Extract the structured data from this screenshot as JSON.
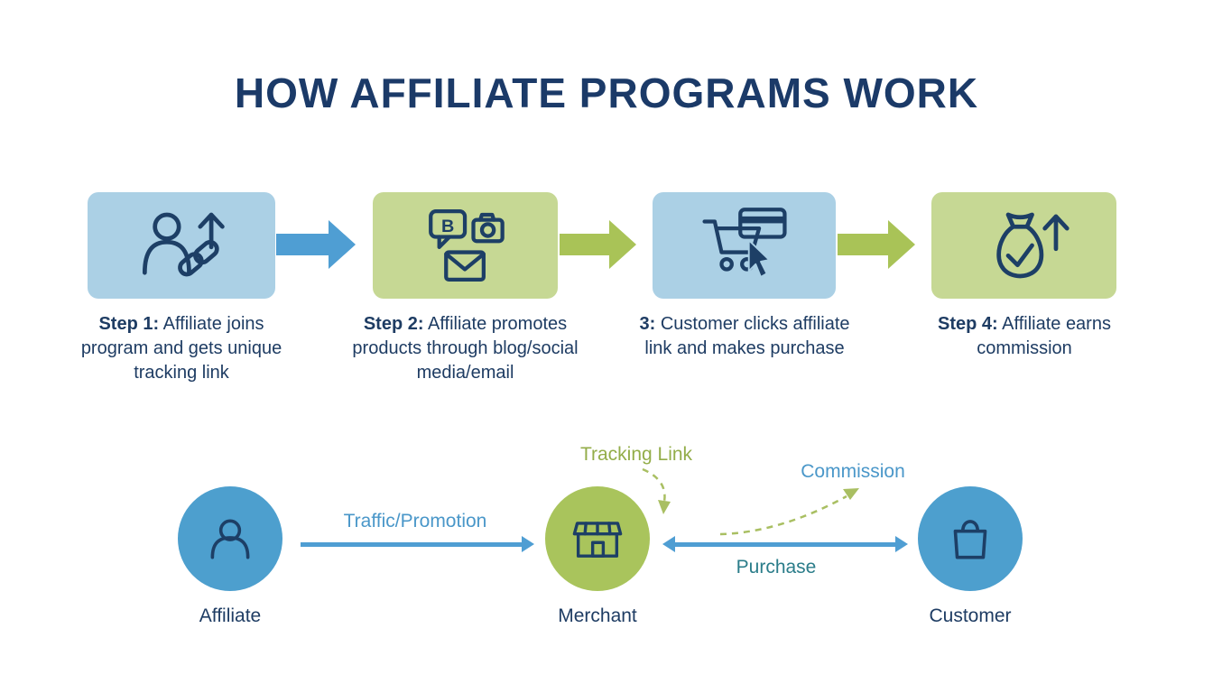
{
  "title": "HOW AFFILIATE PROGRAMS WORK",
  "colors": {
    "navy_text": "#1b3a68",
    "icon_navy": "#1d3f66",
    "box_blue": "#abd0e5",
    "box_green": "#c6d894",
    "arrow_blue": "#4f9ed3",
    "arrow_green": "#a9c357",
    "circle_blue": "#4d9fce",
    "circle_green": "#a9c45c",
    "label_blue": "#4a97c9",
    "label_green": "#93ad49",
    "label_teal": "#2b7d8a"
  },
  "steps": [
    {
      "prefix": "Step 1:",
      "text": " Affiliate joins program and gets unique tracking link",
      "icon": "person-link-growth-icon",
      "box_color": "blue"
    },
    {
      "prefix": "Step 2:",
      "text": " Affiliate promotes products through blog/social media/email",
      "icon": "blog-camera-email-icon",
      "box_color": "green"
    },
    {
      "prefix": "3:",
      "text": " Customer clicks affiliate link and makes purchase",
      "icon": "cart-click-card-icon",
      "box_color": "blue"
    },
    {
      "prefix": "Step 4:",
      "text": " Affiliate earns commission",
      "icon": "money-bag-growth-icon",
      "box_color": "green"
    }
  ],
  "flow": {
    "actors": [
      {
        "label": "Affiliate",
        "icon": "person-icon",
        "color": "blue"
      },
      {
        "label": "Merchant",
        "icon": "storefront-icon",
        "color": "green"
      },
      {
        "label": "Customer",
        "icon": "shopping-bag-icon",
        "color": "blue"
      }
    ],
    "edges": {
      "traffic": {
        "label": "Traffic/Promotion",
        "style": "solid-blue-right"
      },
      "tracking": {
        "label": "Tracking Link",
        "style": "dashed-green"
      },
      "commission": {
        "label": "Commission",
        "style": "dashed-green"
      },
      "purchase": {
        "label": "Purchase",
        "style": "solid-blue-double"
      }
    }
  }
}
